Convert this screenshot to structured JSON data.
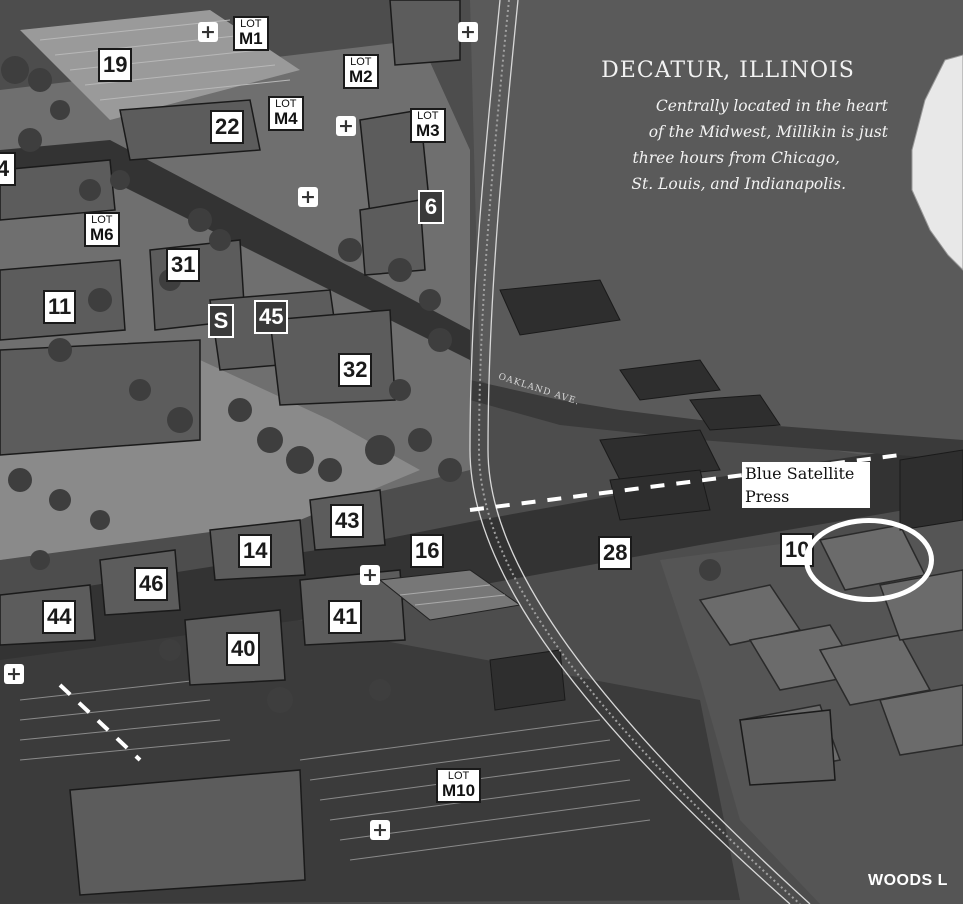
{
  "info": {
    "title": "DECATUR, ILLINOIS",
    "line1": "Centrally located in the heart",
    "line2": "of the Midwest, Millikin is just",
    "line3": "three hours from Chicago,",
    "line4": "St. Louis, and Indianapolis."
  },
  "street_label": "OAKLAND AVE.",
  "buildings": {
    "b19": "19",
    "b22": "22",
    "b6": "6",
    "b4": "4",
    "b31": "31",
    "b11": "11",
    "bS": "S",
    "b45": "45",
    "b32": "32",
    "b43": "43",
    "b14": "14",
    "b16": "16",
    "b46": "46",
    "b28": "28",
    "b10": "10",
    "b41": "41",
    "b44": "44",
    "b40": "40"
  },
  "lots": {
    "prefix": "LOT",
    "m1": "M1",
    "m2": "M2",
    "m3": "M3",
    "m4": "M4",
    "m6": "M6",
    "m10": "M10"
  },
  "annotation": {
    "line1": "Blue Satellite",
    "line2": "Press"
  },
  "woods_label": "WOODS L",
  "icons": {
    "first_aid": "+"
  },
  "colors": {
    "background": "#4a4a4a",
    "marker_bg": "#ffffff",
    "annotation_ring": "#ffffff"
  }
}
